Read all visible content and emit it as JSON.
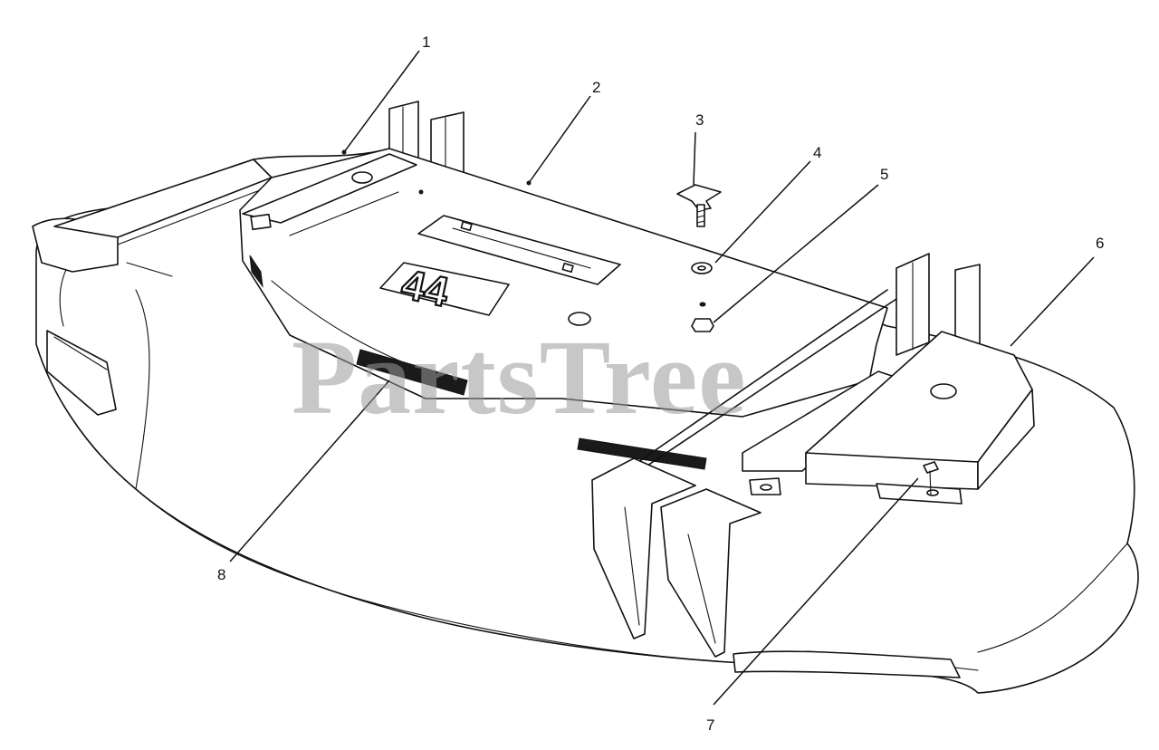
{
  "diagram": {
    "badge_text": "44",
    "watermark": "PartsTree",
    "callouts": [
      {
        "id": "1",
        "label": "1"
      },
      {
        "id": "2",
        "label": "2"
      },
      {
        "id": "3",
        "label": "3"
      },
      {
        "id": "4",
        "label": "4"
      },
      {
        "id": "5",
        "label": "5"
      },
      {
        "id": "6",
        "label": "6"
      },
      {
        "id": "7",
        "label": "7"
      },
      {
        "id": "8",
        "label": "8"
      }
    ]
  }
}
